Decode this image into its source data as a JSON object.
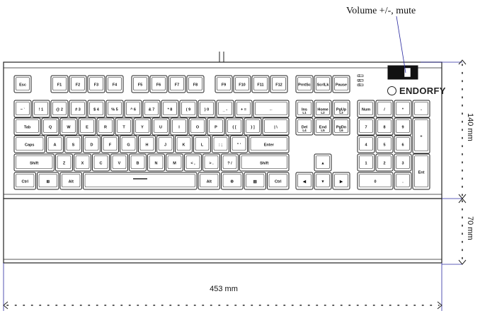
{
  "annotations": {
    "media_callout": "Volume +/-, mute",
    "width": "453 mm",
    "height_keyboard": "140 mm",
    "height_wristrest": "70 mm"
  },
  "brand": {
    "name": "ENDORFY",
    "logo": "endorfy-logo-icon"
  },
  "led_indicators": [
    "1",
    "A",
    "S"
  ],
  "keys": {
    "function_row": [
      "Esc",
      "F1",
      "F2",
      "F3",
      "F4",
      "F5",
      "F6",
      "F7",
      "F8",
      "F9",
      "F10",
      "F11",
      "F12",
      "PrntSc",
      "ScrlLk",
      "Pause"
    ],
    "number_row": [
      "~ `",
      "! 1",
      "@ 2",
      "# 3",
      "$ 4",
      "% 5",
      "^ 6",
      "& 7",
      "* 8",
      "( 9",
      ") 0",
      "_ -",
      "+ =",
      "←"
    ],
    "tab_row": [
      "Tab",
      "Q",
      "W",
      "E",
      "R",
      "T",
      "Y",
      "U",
      "I",
      "O",
      "P",
      "{ [",
      "} ]",
      "| \\"
    ],
    "caps_row": [
      "Caps",
      "A",
      "S",
      "D",
      "F",
      "G",
      "H",
      "J",
      "K",
      "L",
      ": ;",
      "\" '",
      "Enter"
    ],
    "shift_row": [
      "Shift",
      "Z",
      "X",
      "C",
      "V",
      "B",
      "N",
      "M",
      "< ,",
      "> .",
      "? /",
      "Shift"
    ],
    "bottom_row": [
      "Ctrl",
      "⊞",
      "Alt",
      "Alt",
      "⚙",
      "▤",
      "Ctrl"
    ],
    "nav_cluster": [
      "Ins",
      "Home",
      "PgUp",
      "Del",
      "End",
      "PgDn"
    ],
    "nav_sub": [
      "L1",
      "L2",
      "L3",
      "L4",
      "L5",
      "L6"
    ],
    "numpad": [
      "Num",
      "/",
      "*",
      "-",
      "7",
      "8",
      "9",
      "+",
      "4",
      "5",
      "6",
      "1",
      "2",
      "3",
      "Ent",
      "0",
      "."
    ]
  }
}
